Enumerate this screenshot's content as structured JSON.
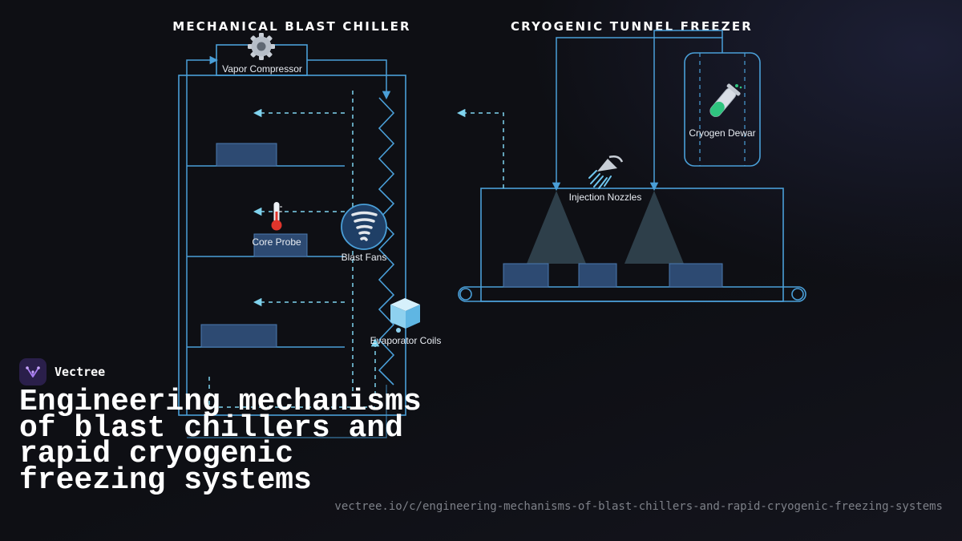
{
  "diagram": {
    "left_title": "MECHANICAL BLAST CHILLER",
    "right_title": "CRYOGENIC TUNNEL FREEZER",
    "labels": {
      "vapor_compressor": "Vapor Compressor",
      "core_probe": "Core Probe",
      "blast_fans": "Blast Fans",
      "evaporator_coils": "Evaporator Coils",
      "cryogen_dewar": "Cryogen Dewar",
      "injection_nozzles": "Injection Nozzles"
    },
    "icons": {
      "vapor_compressor": "gear-icon",
      "core_probe": "thermometer-icon",
      "blast_fans": "tornado-icon",
      "evaporator_coils": "ice-cube-icon",
      "cryogen_dewar": "test-tube-icon",
      "injection_nozzles": "shower-icon"
    },
    "colors": {
      "line": "#4a9fd8",
      "airflow": "#7fd3ee",
      "tray": "#2d4a72",
      "spray": "#2e3f4a"
    }
  },
  "brand": {
    "name": "Vectree"
  },
  "headline": "Engineering mechanisms of blast chillers and rapid cryogenic freezing systems",
  "url": "vectree.io/c/engineering-mechanisms-of-blast-chillers-and-rapid-cryogenic-freezing-systems"
}
